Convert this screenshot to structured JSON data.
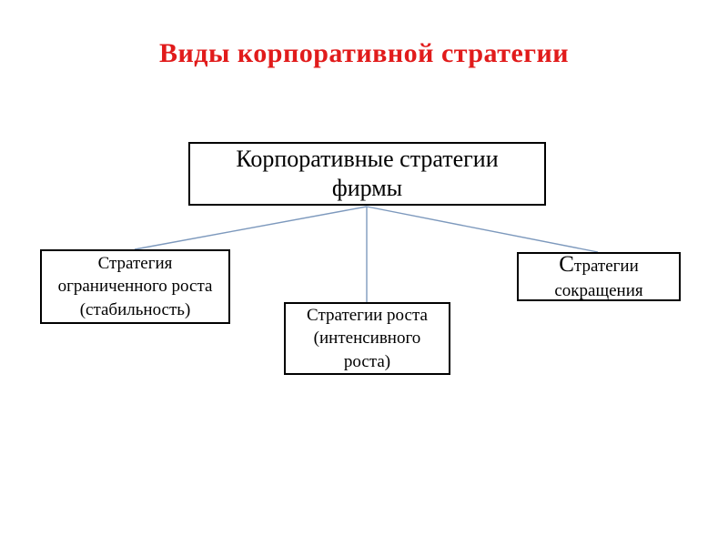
{
  "slide": {
    "title": "Виды корпоративной стратегии",
    "title_color": "#e11b1b",
    "background_color": "#ffffff"
  },
  "diagram": {
    "connector_color": "#7d99bd",
    "box_border_color": "#000000",
    "box_fill_color": "#ffffff",
    "text_color": "#000000",
    "root": {
      "lines": [
        "Корпоративные стратегии",
        "фирмы"
      ]
    },
    "children": [
      {
        "lines": [
          "Стратегия",
          "ограниченного роста",
          "(стабильность)"
        ]
      },
      {
        "lines": [
          "Стратегии роста",
          "(интенсивного",
          "роста)"
        ]
      },
      {
        "lines": [
          "Стратегии",
          "сокращения"
        ]
      }
    ]
  }
}
